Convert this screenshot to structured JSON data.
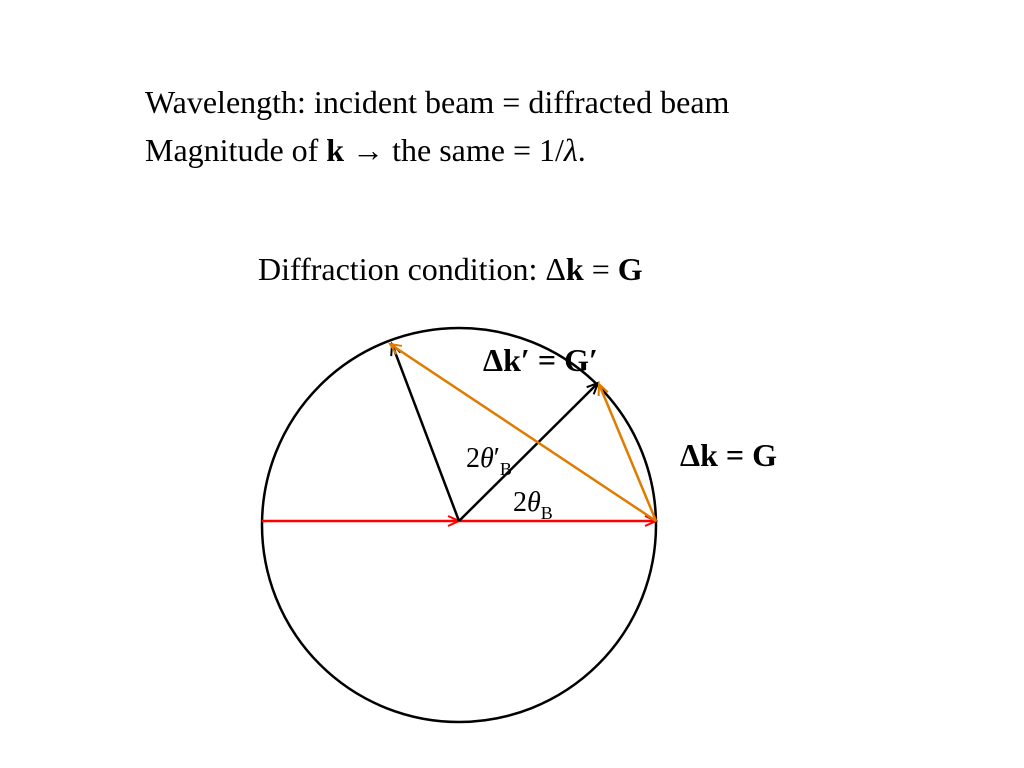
{
  "heading": {
    "line1": "Wavelength: incident beam = diffracted beam",
    "line2_prefix": "Magnitude of ",
    "line2_k": "k",
    "line2_arrow": "→",
    "line2_middle": " the same = 1/",
    "line2_lambda": "λ",
    "line2_end": "."
  },
  "condition": {
    "prefix": "Diffraction condition: ",
    "delta": "Δ",
    "k": "k",
    "eq": " = ",
    "G": "G"
  },
  "labels": {
    "dk_prime": "Δk′ = G′",
    "dk": "Δk = G",
    "two": "2",
    "theta": "θ",
    "prime": "′",
    "sub_B": "B"
  },
  "colors": {
    "incident": "#ff0000",
    "reciprocal": "#e07b00",
    "outline": "#000000"
  }
}
